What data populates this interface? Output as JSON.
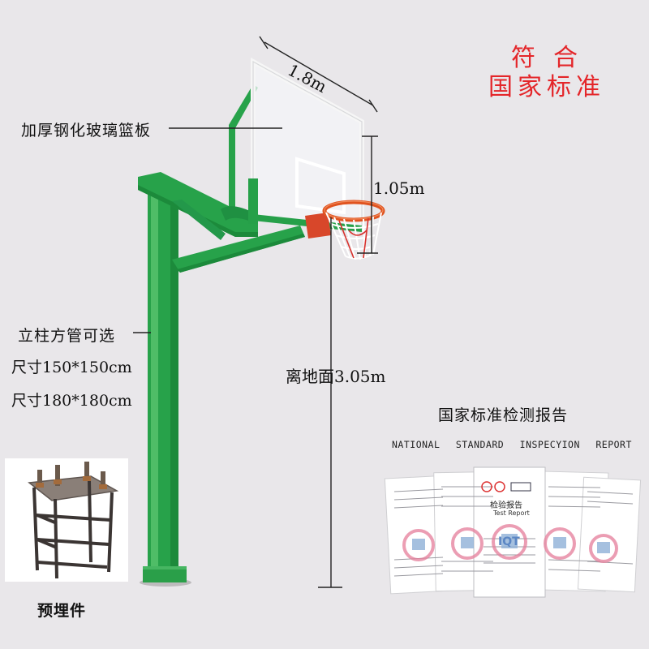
{
  "labels": {
    "backboard": "加厚钢化玻璃篮板",
    "pole_option": "立柱方管可选",
    "size_1": "尺寸150*150cm",
    "size_2": "尺寸180*180cm",
    "embedded_part": "预埋件"
  },
  "dimensions": {
    "backboard_width": "1.8m",
    "backboard_height": "1.05m",
    "rim_height": "离地面3.05m"
  },
  "standard_badge": {
    "line_1": "符合",
    "line_2": "国家标准"
  },
  "report": {
    "title": "国家标准检测报告",
    "subtitle_words": [
      "NATIONAL",
      "STANDARD",
      "INSPECYION",
      "REPORT"
    ],
    "doc_title_cn": "检验报告",
    "doc_title_en": "Test Report",
    "stamp_text": "IQT"
  },
  "colors": {
    "pole_green": "#27a24a",
    "rim_orange": "#e0531f",
    "badge_red": "#e4262a",
    "background": "#e9e7ea"
  }
}
